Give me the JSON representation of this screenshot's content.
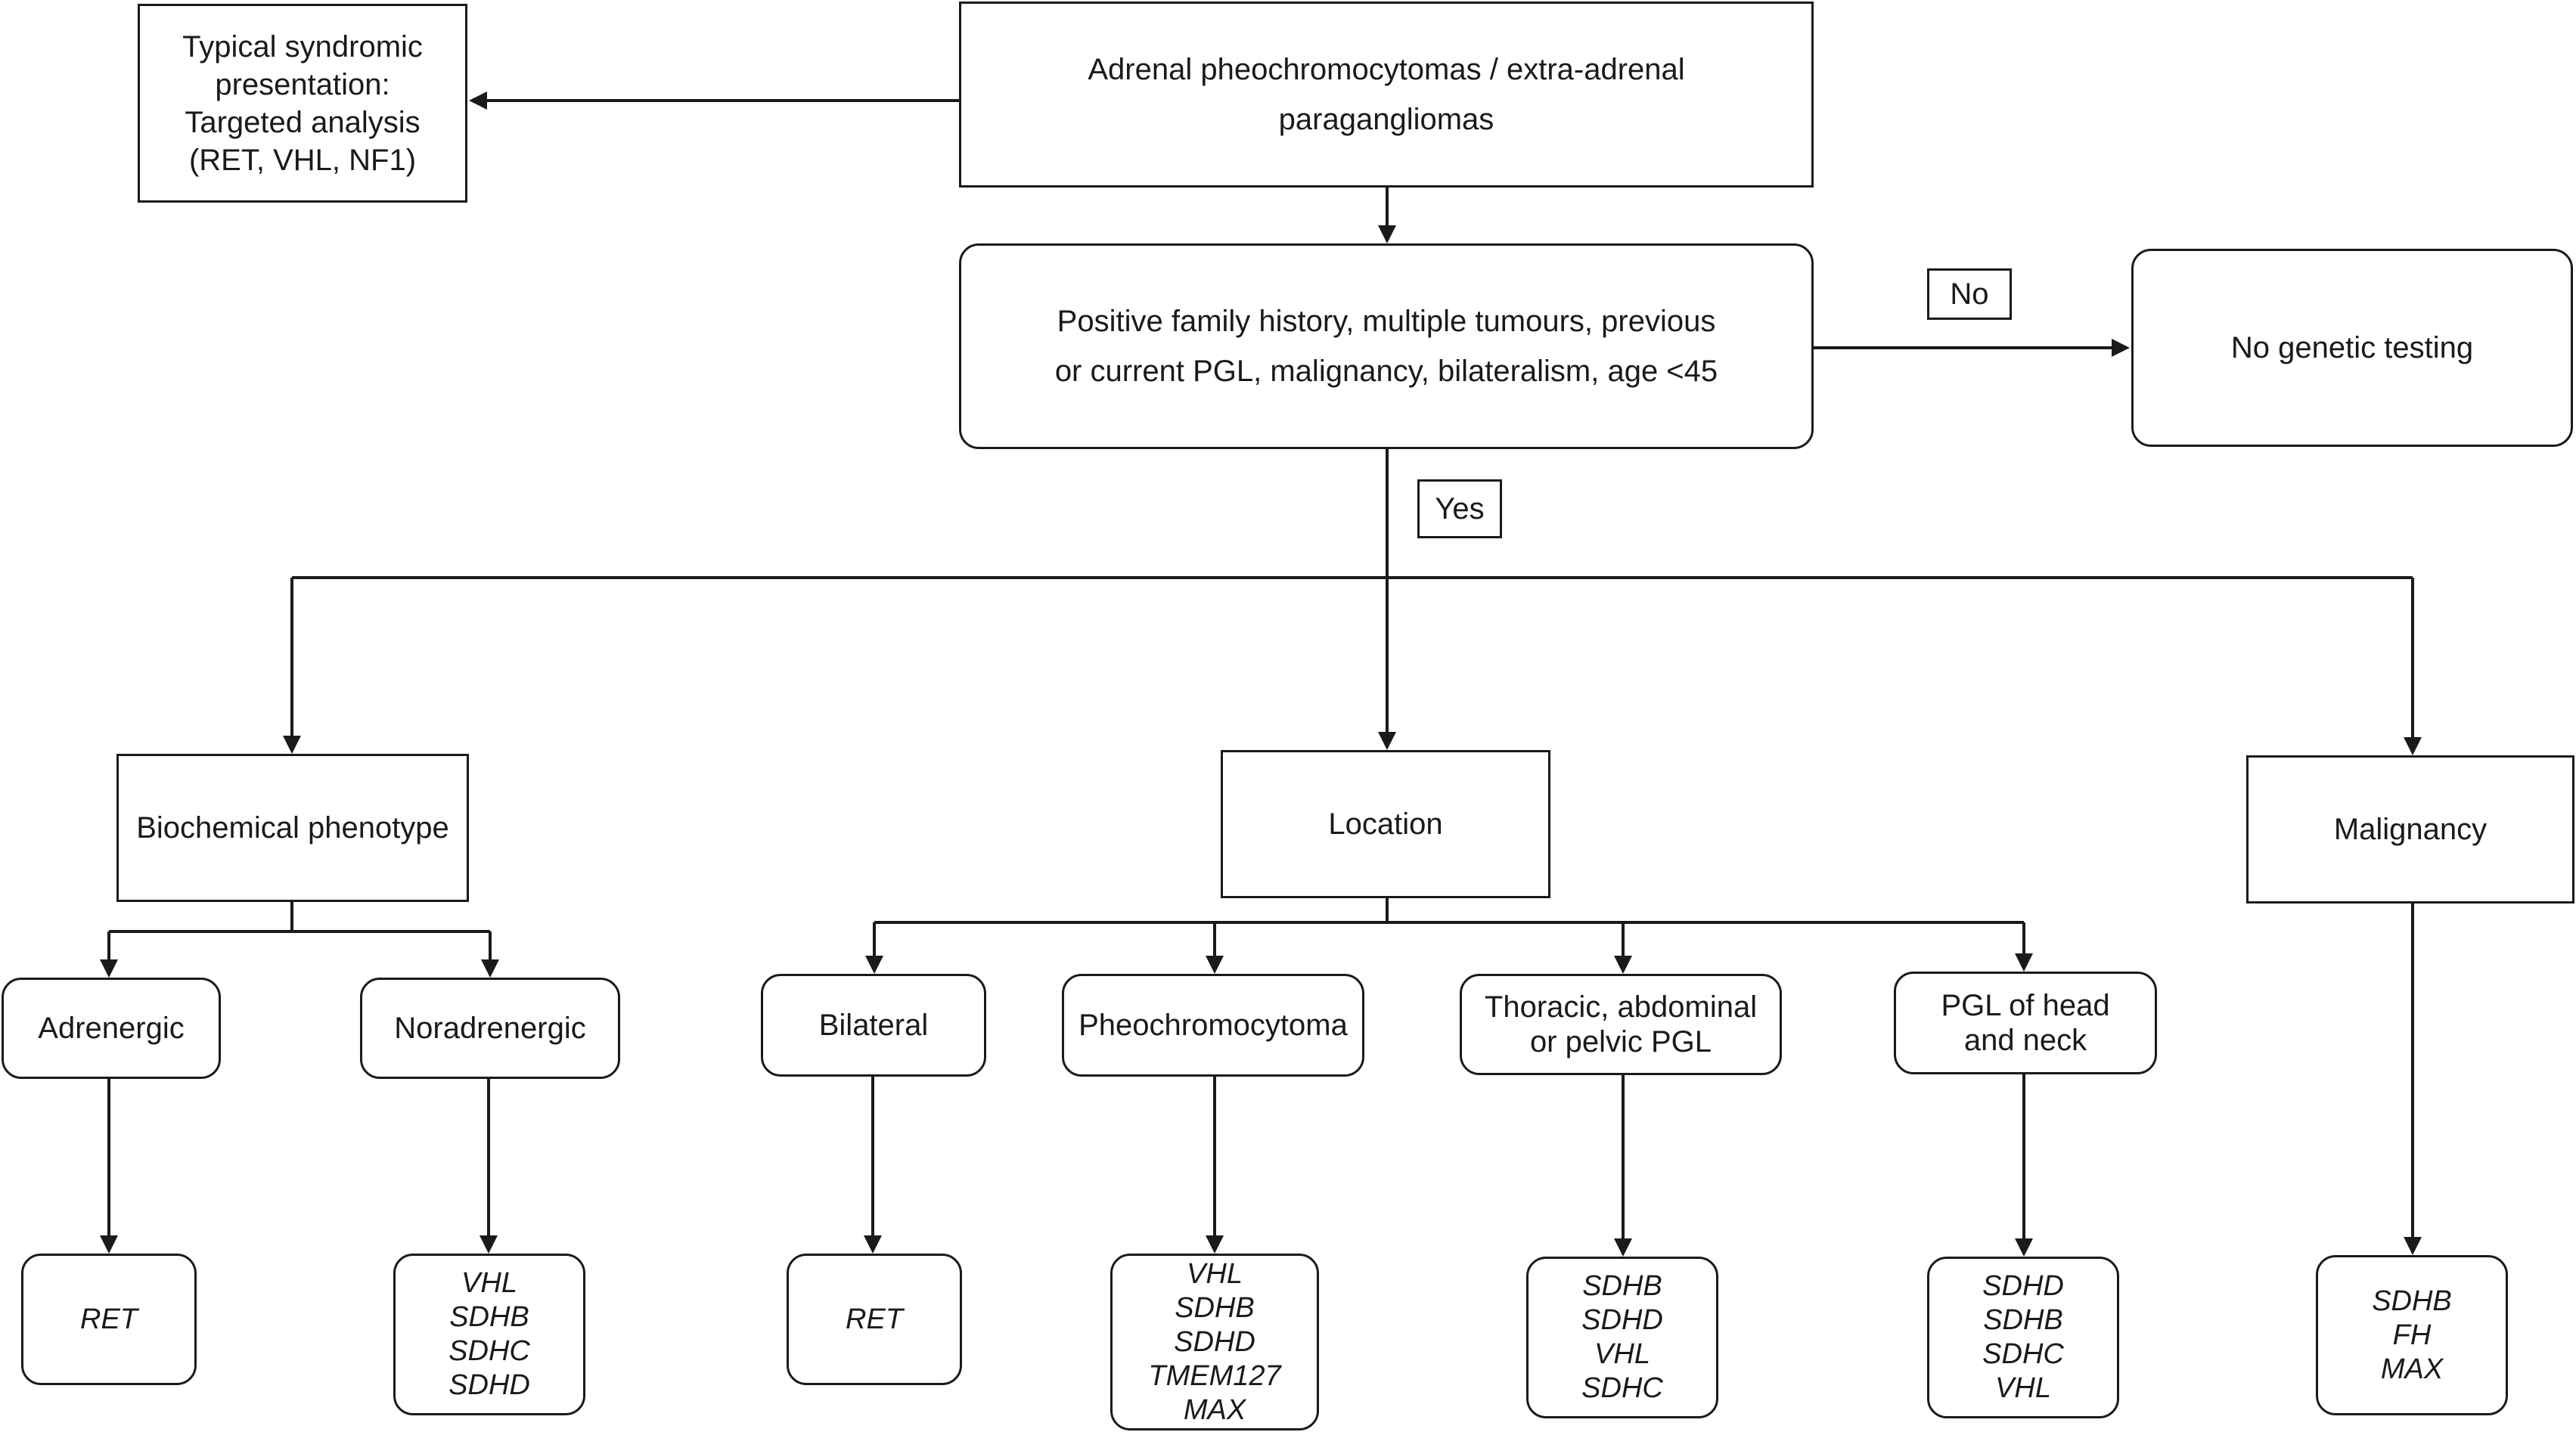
{
  "nodes": {
    "root": {
      "lines": [
        "Adrenal pheochromocytomas / extra-adrenal",
        "paragangliomas"
      ]
    },
    "syndromic": {
      "lines": [
        "Typical syndromic",
        "presentation:",
        "Targeted analysis",
        "(RET, VHL, NF1)"
      ]
    },
    "criteria": {
      "lines": [
        "Positive family history, multiple tumours, previous",
        "or current PGL, malignancy, bilateralism, age <45"
      ]
    },
    "no_testing": {
      "lines": [
        "No genetic testing"
      ]
    },
    "biochemical": {
      "lines": [
        "Biochemical phenotype"
      ]
    },
    "location": {
      "lines": [
        "Location"
      ]
    },
    "malignancy": {
      "lines": [
        "Malignancy"
      ]
    },
    "adrenergic": {
      "lines": [
        "Adrenergic"
      ]
    },
    "noradrenergic": {
      "lines": [
        "Noradrenergic"
      ]
    },
    "bilateral": {
      "lines": [
        "Bilateral"
      ]
    },
    "pheo": {
      "lines": [
        "Pheochromocytoma"
      ]
    },
    "thoracic": {
      "lines": [
        "Thoracic, abdominal",
        "or pelvic PGL"
      ]
    },
    "headneck": {
      "lines": [
        "PGL of head",
        "and neck"
      ]
    },
    "genes_adrenergic": {
      "lines": [
        "RET"
      ]
    },
    "genes_noradrenergic": {
      "lines": [
        "VHL",
        "SDHB",
        "SDHC",
        "SDHD"
      ]
    },
    "genes_bilateral": {
      "lines": [
        "RET"
      ]
    },
    "genes_pheo": {
      "lines": [
        "VHL",
        "SDHB",
        "SDHD",
        "TMEM127",
        "MAX"
      ]
    },
    "genes_thoracic": {
      "lines": [
        "SDHB",
        "SDHD",
        "VHL",
        "SDHC"
      ]
    },
    "genes_headneck": {
      "lines": [
        "SDHD",
        "SDHB",
        "SDHC",
        "VHL"
      ]
    },
    "genes_malignancy": {
      "lines": [
        "SDHB",
        "FH",
        "MAX"
      ]
    }
  },
  "labels": {
    "no": "No",
    "yes": "Yes"
  }
}
